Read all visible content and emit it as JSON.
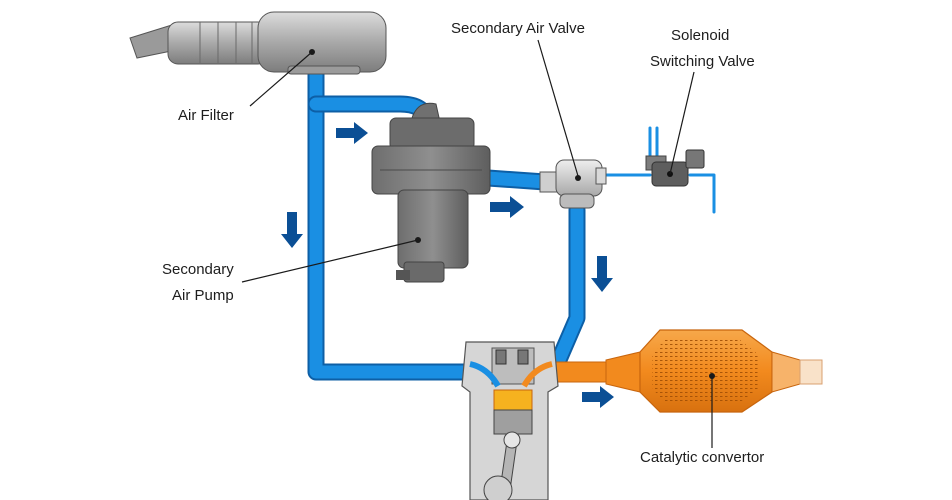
{
  "labels": {
    "air_filter": "Air Filter",
    "secondary_air_valve": "Secondary Air Valve",
    "solenoid_line1": "Solenoid",
    "solenoid_line2": "Switching Valve",
    "secondary_air_pump_line1": "Secondary",
    "secondary_air_pump_line2": "Air Pump",
    "catalytic_convertor": "Catalytic convertor"
  },
  "colors": {
    "air_pipe": "#1a8fe3",
    "pipe_outline": "#0d5fa6",
    "flow_arrow": "#0b4f95",
    "exhaust": "#f28a1e",
    "exhaust_dark": "#c8650d",
    "component_gray": "#8a8a8a",
    "component_dark": "#5b5b5b",
    "component_light": "#c9c9c9"
  }
}
